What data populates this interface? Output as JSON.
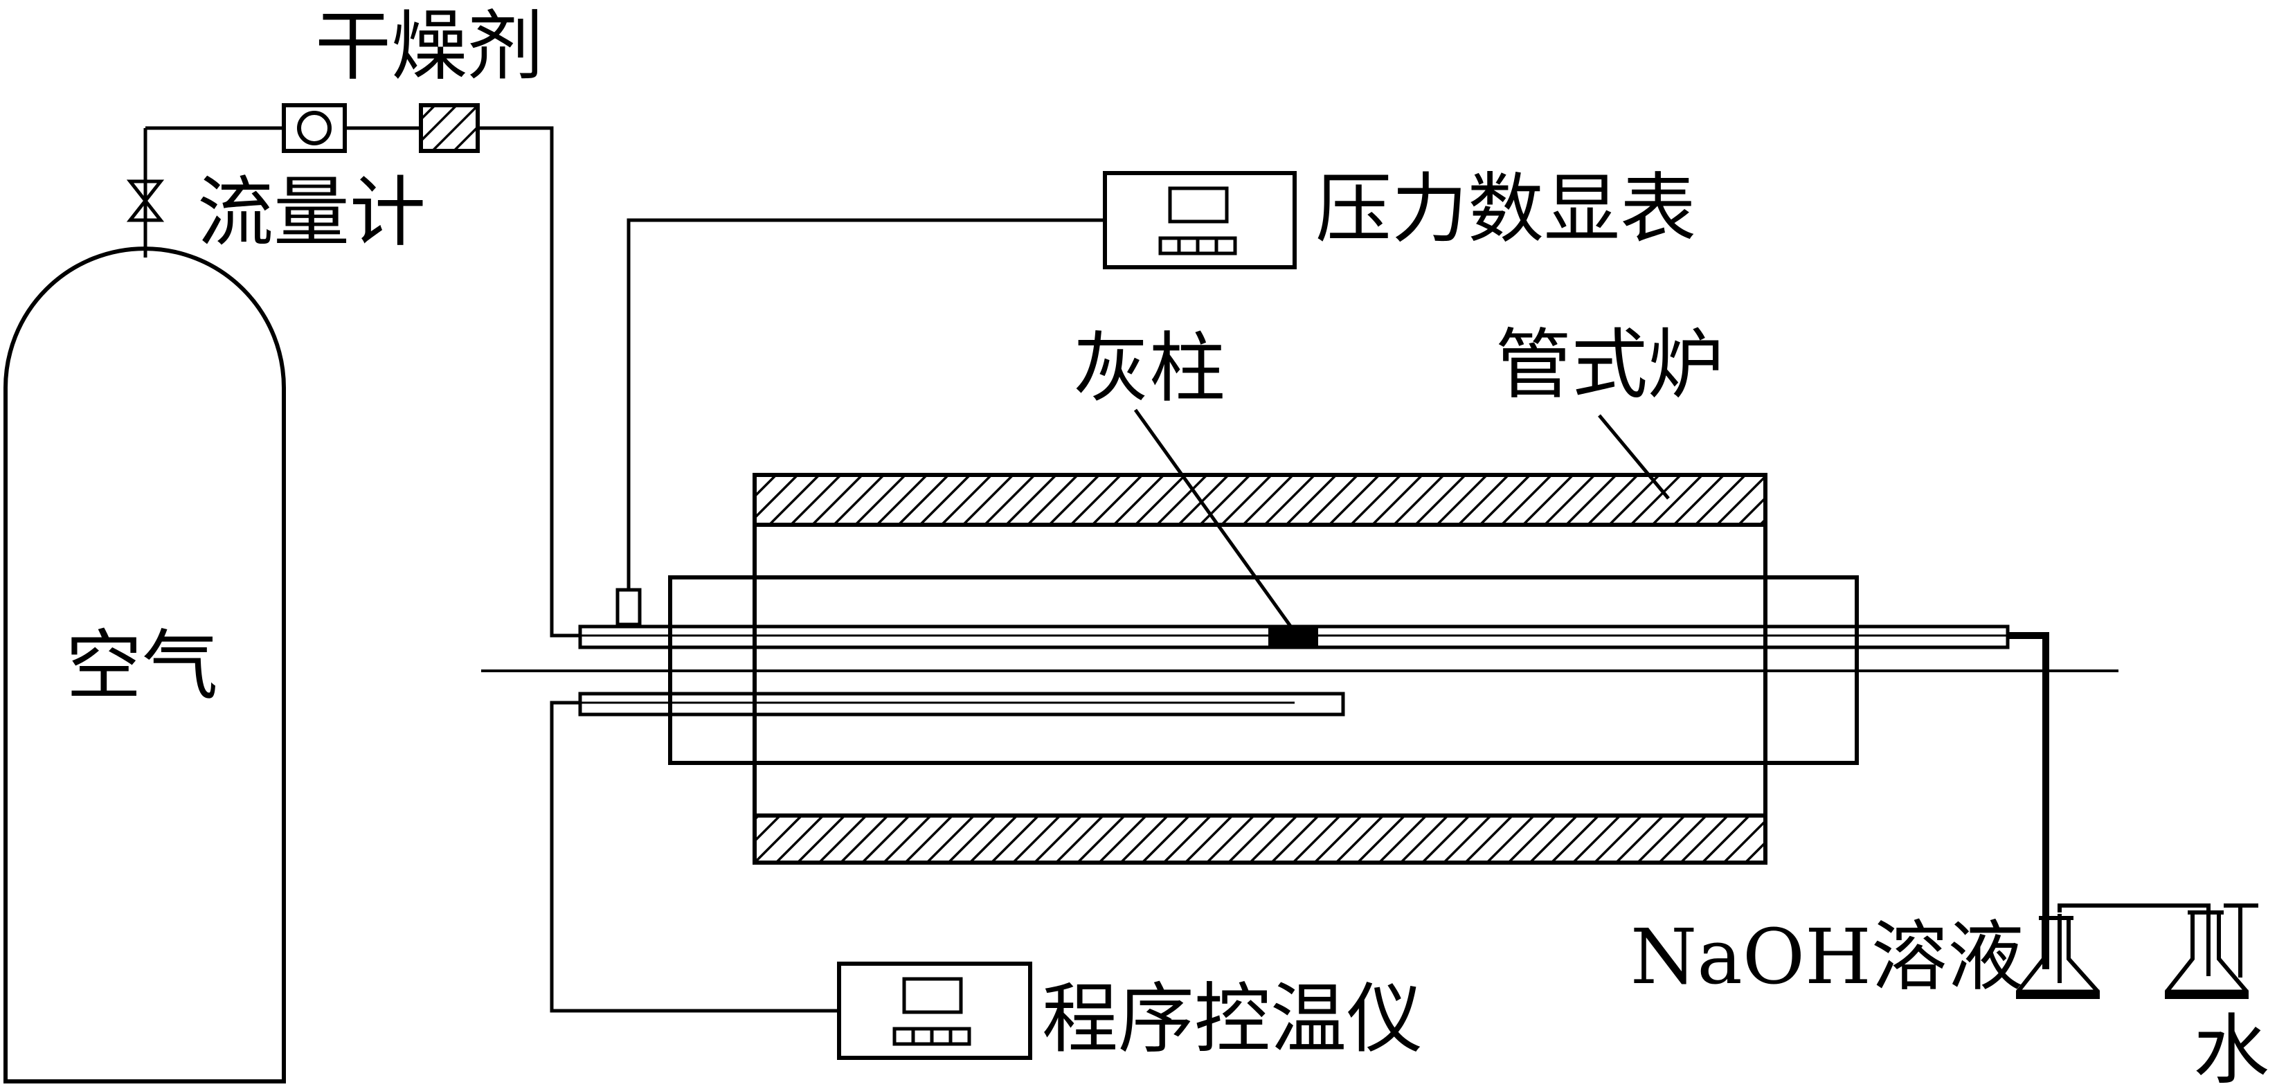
{
  "diagram": {
    "labels": {
      "desiccant": "干燥剂",
      "flowmeter": "流量计",
      "pressure_display": "压力数显表",
      "ash_column": "灰柱",
      "tube_furnace": "管式炉",
      "air": "空气",
      "naoh_solution": "NaOH溶液",
      "temp_controller": "程序控温仪",
      "water": "水"
    }
  }
}
